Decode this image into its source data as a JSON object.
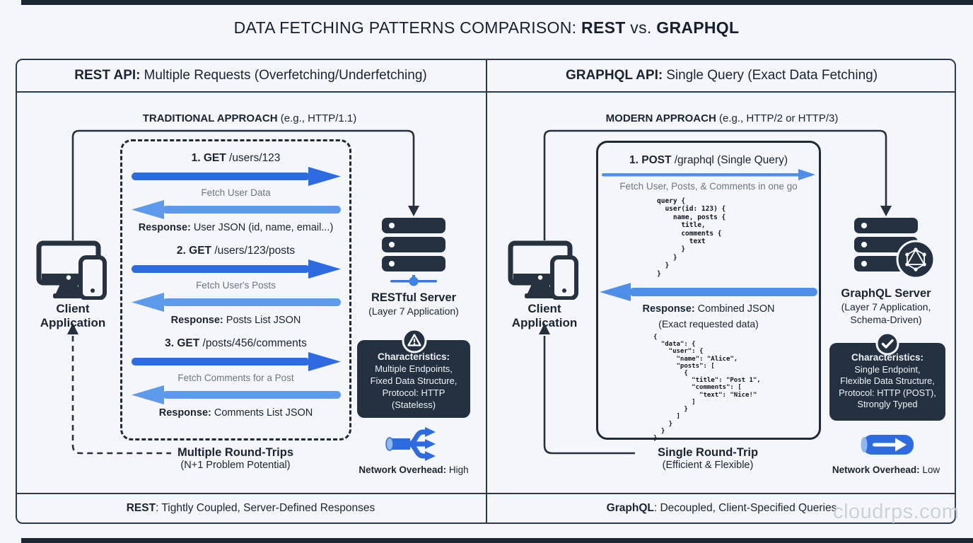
{
  "colors": {
    "background": "#f4f6f9",
    "frame_border": "#2c3a4d",
    "dark_navy": "#233140",
    "request_arrow_blue": "#2f6be0",
    "response_arrow_blue": "#5e9aec",
    "graphql_arrow_blue": "#4f8fea",
    "caption_gray": "#6e7681"
  },
  "title": {
    "prefix": "DATA FETCHING PATTERNS COMPARISON: ",
    "rest": "REST",
    "vs": " vs. ",
    "graphql": "GRAPHQL"
  },
  "watermark": "cloudrps.com",
  "left": {
    "header": {
      "bold": "REST API:",
      "text": "Multiple Requests (Overfetching/Underfetching)"
    },
    "approach": {
      "bold": "TRADITIONAL APPROACH",
      "text": " (e.g., HTTP/1.1)"
    },
    "client": {
      "line1": "Client",
      "line2": "Application"
    },
    "server": {
      "name": "RESTful Server",
      "sub": "(Layer 7 Application)"
    },
    "requests": [
      {
        "bold": "1. GET",
        "path": " /users/123",
        "caption": "Fetch User Data",
        "resp_bold": "Response:",
        "resp_text": " User JSON (id, name, email...)"
      },
      {
        "bold": "2. GET",
        "path": " /users/123/posts",
        "caption": "Fetch User's Posts",
        "resp_bold": "Response:",
        "resp_text": " Posts List JSON"
      },
      {
        "bold": "3. GET",
        "path": " /posts/456/comments",
        "caption": "Fetch Comments for a Post",
        "resp_bold": "Response:",
        "resp_text": " Comments List JSON"
      }
    ],
    "characteristics": {
      "title": "Characteristics:",
      "lines": "Multiple Endpoints,\nFixed Data Structure,\nProtocol: HTTP\n(Stateless)"
    },
    "roundtrip": {
      "bold": "Multiple Round-Trips",
      "sub": "(N+1 Problem Potential)"
    },
    "overhead": {
      "bold": "Network Overhead:",
      "value": " High"
    },
    "footer": {
      "bold": "REST",
      "text": ": Tightly Coupled, Server-Defined Responses"
    }
  },
  "right": {
    "header": {
      "bold": "GRAPHQL API:",
      "text": "Single Query (Exact Data Fetching)"
    },
    "approach": {
      "bold": "MODERN APPROACH",
      "text": " (e.g., HTTP/2 or HTTP/3)"
    },
    "client": {
      "line1": "Client",
      "line2": "Application"
    },
    "server": {
      "name": "GraphQL Server",
      "sub": "(Layer 7 Application,\nSchema-Driven)"
    },
    "request": {
      "bold": "1. POST",
      "path": " /graphql (Single Query)",
      "caption": "Fetch User, Posts, & Comments in one go"
    },
    "query_code": "query {\n  user(id: 123) {\n    name, posts {\n      title,\n      comments {\n        text\n      }\n    }\n  }\n}",
    "response": {
      "bold": "Response:",
      "text": " Combined JSON",
      "sub": "(Exact requested data)"
    },
    "response_code": "{\n  \"data\": {\n    \"user\": {\n      \"name\": \"Alice\",\n      \"posts\": [\n        {\n          \"title\": \"Post 1\",\n          \"comments\": [\n            \"text\": \"Nice!\"\n          ]\n        }\n      ]\n    }\n  }\n}",
    "characteristics": {
      "title": "Characteristics:",
      "lines": "Single Endpoint,\nFlexible Data Structure,\nProtocol: HTTP (POST),\nStrongly Typed"
    },
    "roundtrip": {
      "bold": "Single Round-Trip",
      "sub": "(Efficient & Flexible)"
    },
    "overhead": {
      "bold": "Network Overhead:",
      "value": " Low"
    },
    "footer": {
      "bold": "GraphQL",
      "text": ": Decoupled, Client-Specified Queries"
    }
  }
}
